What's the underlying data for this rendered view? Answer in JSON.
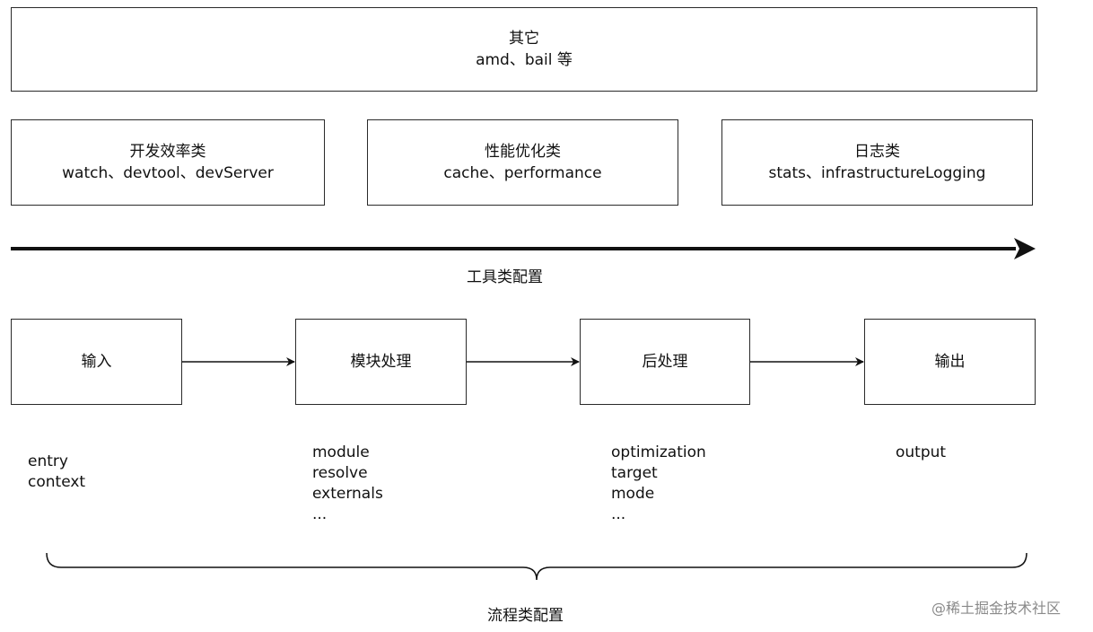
{
  "other": {
    "title": "其它",
    "items": "amd、bail 等"
  },
  "tool_boxes": [
    {
      "title": "开发效率类",
      "items": "watch、devtool、devServer"
    },
    {
      "title": "性能优化类",
      "items": "cache、performance"
    },
    {
      "title": "日志类",
      "items": "stats、infrastructureLogging"
    }
  ],
  "tool_axis_label": "工具类配置",
  "flow_steps": [
    {
      "label": "输入",
      "options": [
        "entry",
        "context"
      ]
    },
    {
      "label": "模块处理",
      "options": [
        "module",
        "resolve",
        "externals",
        "..."
      ]
    },
    {
      "label": "后处理",
      "options": [
        "optimization",
        "target",
        "mode",
        "..."
      ]
    },
    {
      "label": "输出",
      "options": [
        "output"
      ]
    }
  ],
  "flow_label": "流程类配置",
  "watermark": "@稀土掘金技术社区"
}
